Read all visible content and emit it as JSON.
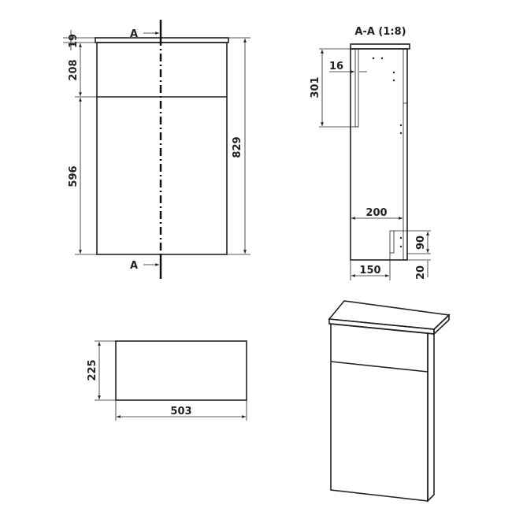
{
  "front_view": {
    "section_marker_top": "A",
    "section_marker_bottom": "A",
    "dims": {
      "top_thickness": "19",
      "upper_panel": "208",
      "door": "596",
      "total_height": "829"
    }
  },
  "section_view": {
    "title": "A-A (1:8)",
    "dims": {
      "panel_height": "301",
      "panel_thickness": "16",
      "depth": "200",
      "base_depth": "150",
      "bracket_height": "90",
      "plinth": "20"
    }
  },
  "plan_view": {
    "dims": {
      "depth": "225",
      "width": "503"
    }
  },
  "colors": {
    "line": "#222222",
    "background": "#ffffff"
  }
}
